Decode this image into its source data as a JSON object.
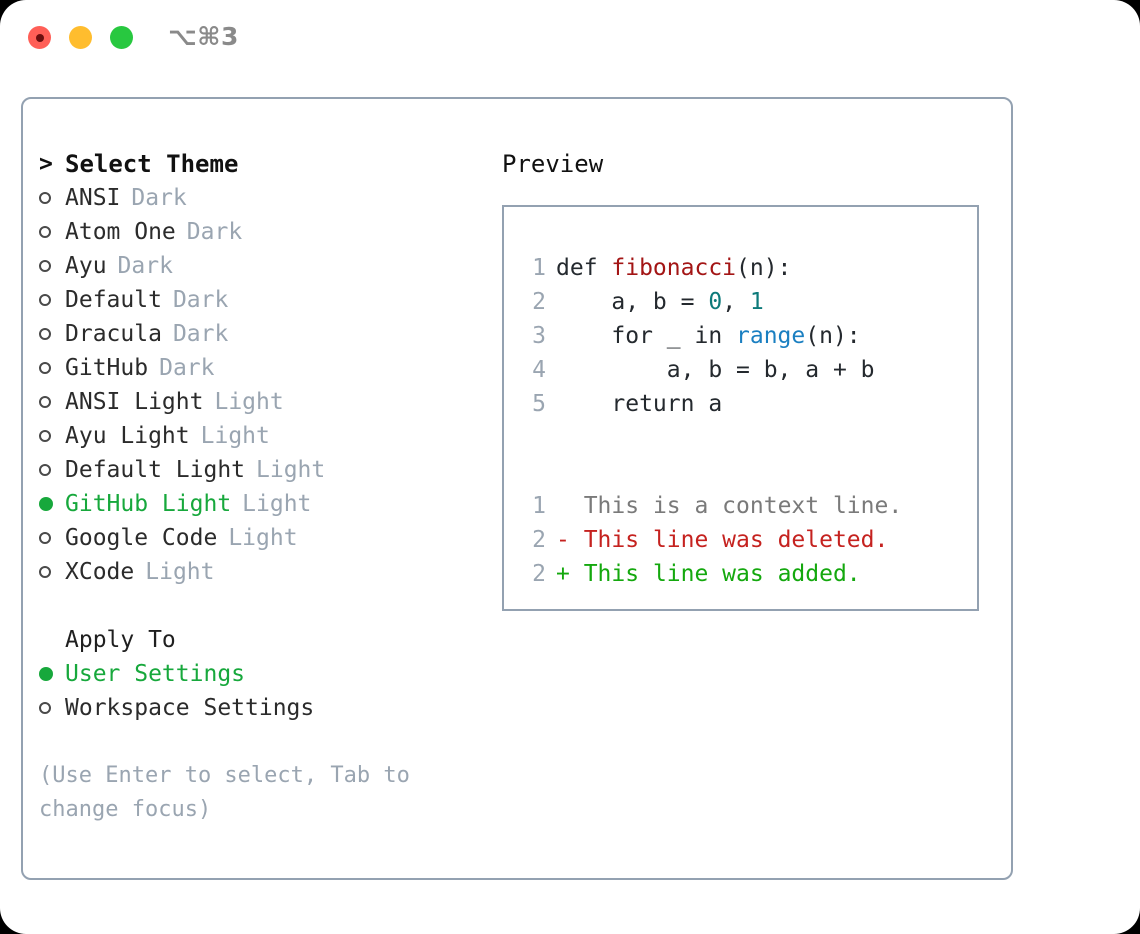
{
  "titlebar": {
    "shortcut": "⌥⌘3",
    "lights": [
      {
        "name": "close",
        "color": "#ff5f57"
      },
      {
        "name": "minimize",
        "color": "#ffbd2e"
      },
      {
        "name": "maximize",
        "color": "#28c840"
      }
    ]
  },
  "theme_picker": {
    "heading_marker": ">",
    "heading": "Select Theme",
    "items": [
      {
        "marker": "empty",
        "label": "ANSI",
        "tag": "Dark",
        "selected": false
      },
      {
        "marker": "empty",
        "label": "Atom One",
        "tag": "Dark",
        "selected": false
      },
      {
        "marker": "empty",
        "label": "Ayu",
        "tag": "Dark",
        "selected": false
      },
      {
        "marker": "empty",
        "label": "Default",
        "tag": "Dark",
        "selected": false
      },
      {
        "marker": "empty",
        "label": "Dracula",
        "tag": "Dark",
        "selected": false
      },
      {
        "marker": "empty",
        "label": "GitHub",
        "tag": "Dark",
        "selected": false
      },
      {
        "marker": "empty",
        "label": "ANSI Light",
        "tag": "Light",
        "selected": false
      },
      {
        "marker": "empty",
        "label": "Ayu Light",
        "tag": "Light",
        "selected": false
      },
      {
        "marker": "empty",
        "label": "Default Light",
        "tag": "Light",
        "selected": false
      },
      {
        "marker": "filled",
        "label": "GitHub Light",
        "tag": "Light",
        "selected": true
      },
      {
        "marker": "empty",
        "label": "Google Code",
        "tag": "Light",
        "selected": false
      },
      {
        "marker": "empty",
        "label": "XCode",
        "tag": "Light",
        "selected": false
      }
    ]
  },
  "apply_to": {
    "heading": "Apply To",
    "items": [
      {
        "marker": "filled",
        "label": "User Settings",
        "selected": true
      },
      {
        "marker": "empty",
        "label": "Workspace Settings",
        "selected": false
      }
    ]
  },
  "hint": "(Use Enter to select, Tab to change focus)",
  "preview": {
    "title": "Preview",
    "code_lines": [
      {
        "lineno": "1",
        "segments": [
          {
            "text": "def ",
            "style": "plain"
          },
          {
            "text": "fibonacci",
            "style": "fn"
          },
          {
            "text": "(n):",
            "style": "plain"
          }
        ]
      },
      {
        "lineno": "2",
        "segments": [
          {
            "text": "    a, b = ",
            "style": "plain"
          },
          {
            "text": "0",
            "style": "num"
          },
          {
            "text": ", ",
            "style": "plain"
          },
          {
            "text": "1",
            "style": "num"
          }
        ]
      },
      {
        "lineno": "3",
        "segments": [
          {
            "text": "    for _ in ",
            "style": "plain"
          },
          {
            "text": "range",
            "style": "call"
          },
          {
            "text": "(n):",
            "style": "plain"
          }
        ]
      },
      {
        "lineno": "4",
        "segments": [
          {
            "text": "        a, b = b, a + b",
            "style": "plain"
          }
        ]
      },
      {
        "lineno": "5",
        "segments": [
          {
            "text": "    return a",
            "style": "plain"
          }
        ]
      }
    ],
    "diff_lines": [
      {
        "lineno": "1",
        "sign": " ",
        "text": " This is a context line.",
        "kind": "context"
      },
      {
        "lineno": "2",
        "sign": "-",
        "text": " This line was deleted.",
        "kind": "deleted"
      },
      {
        "lineno": "2",
        "sign": "+",
        "text": " This line was added.",
        "kind": "added"
      }
    ]
  },
  "colors": {
    "accent_green": "#17a83c",
    "muted": "#9aa5b1",
    "border": "#93a1b1",
    "diff_added": "#14a80e",
    "diff_deleted": "#c5221f",
    "syntax_function": "#a31515",
    "syntax_number": "#0d7a7a",
    "syntax_call": "#1a7fc1"
  }
}
